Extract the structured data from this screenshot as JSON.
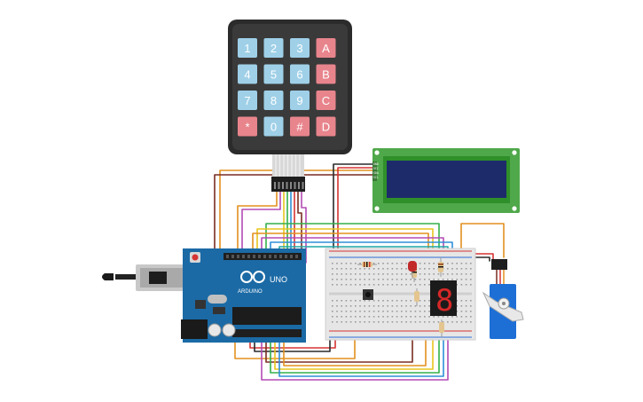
{
  "keypad": {
    "rows": [
      [
        {
          "label": "1",
          "kind": "num"
        },
        {
          "label": "2",
          "kind": "num"
        },
        {
          "label": "3",
          "kind": "num"
        },
        {
          "label": "A",
          "kind": "fn"
        }
      ],
      [
        {
          "label": "4",
          "kind": "num"
        },
        {
          "label": "5",
          "kind": "num"
        },
        {
          "label": "6",
          "kind": "num"
        },
        {
          "label": "B",
          "kind": "fn"
        }
      ],
      [
        {
          "label": "7",
          "kind": "num"
        },
        {
          "label": "8",
          "kind": "num"
        },
        {
          "label": "9",
          "kind": "num"
        },
        {
          "label": "C",
          "kind": "fn"
        }
      ],
      [
        {
          "label": "*",
          "kind": "fn"
        },
        {
          "label": "0",
          "kind": "num"
        },
        {
          "label": "#",
          "kind": "fn"
        },
        {
          "label": "D",
          "kind": "fn"
        }
      ]
    ]
  },
  "lcd": {
    "pin_labels": [
      "GND",
      "VCC",
      "SDA",
      "SCL"
    ]
  },
  "arduino": {
    "brand": "ARDUINO",
    "model": "UNO"
  },
  "seven_segment": {
    "shown_digit": "8"
  },
  "colors": {
    "pcb_blue": "#1b6aa5",
    "lcd_board": "#4fa84a",
    "lcd_screen": "#1d2b6b",
    "breadboard": "#e6e6e6",
    "key_num": "#9fd0e8",
    "key_fn": "#e8848c",
    "servo_body": "#1d6fd6"
  },
  "wires": [
    {
      "color": "#e3911f"
    },
    {
      "color": "#7a2d22"
    },
    {
      "color": "#2a2a2a"
    },
    {
      "color": "#d63333"
    },
    {
      "color": "#2e8fd8"
    },
    {
      "color": "#33b04a"
    },
    {
      "color": "#e8c51f"
    },
    {
      "color": "#b44ab6"
    }
  ]
}
